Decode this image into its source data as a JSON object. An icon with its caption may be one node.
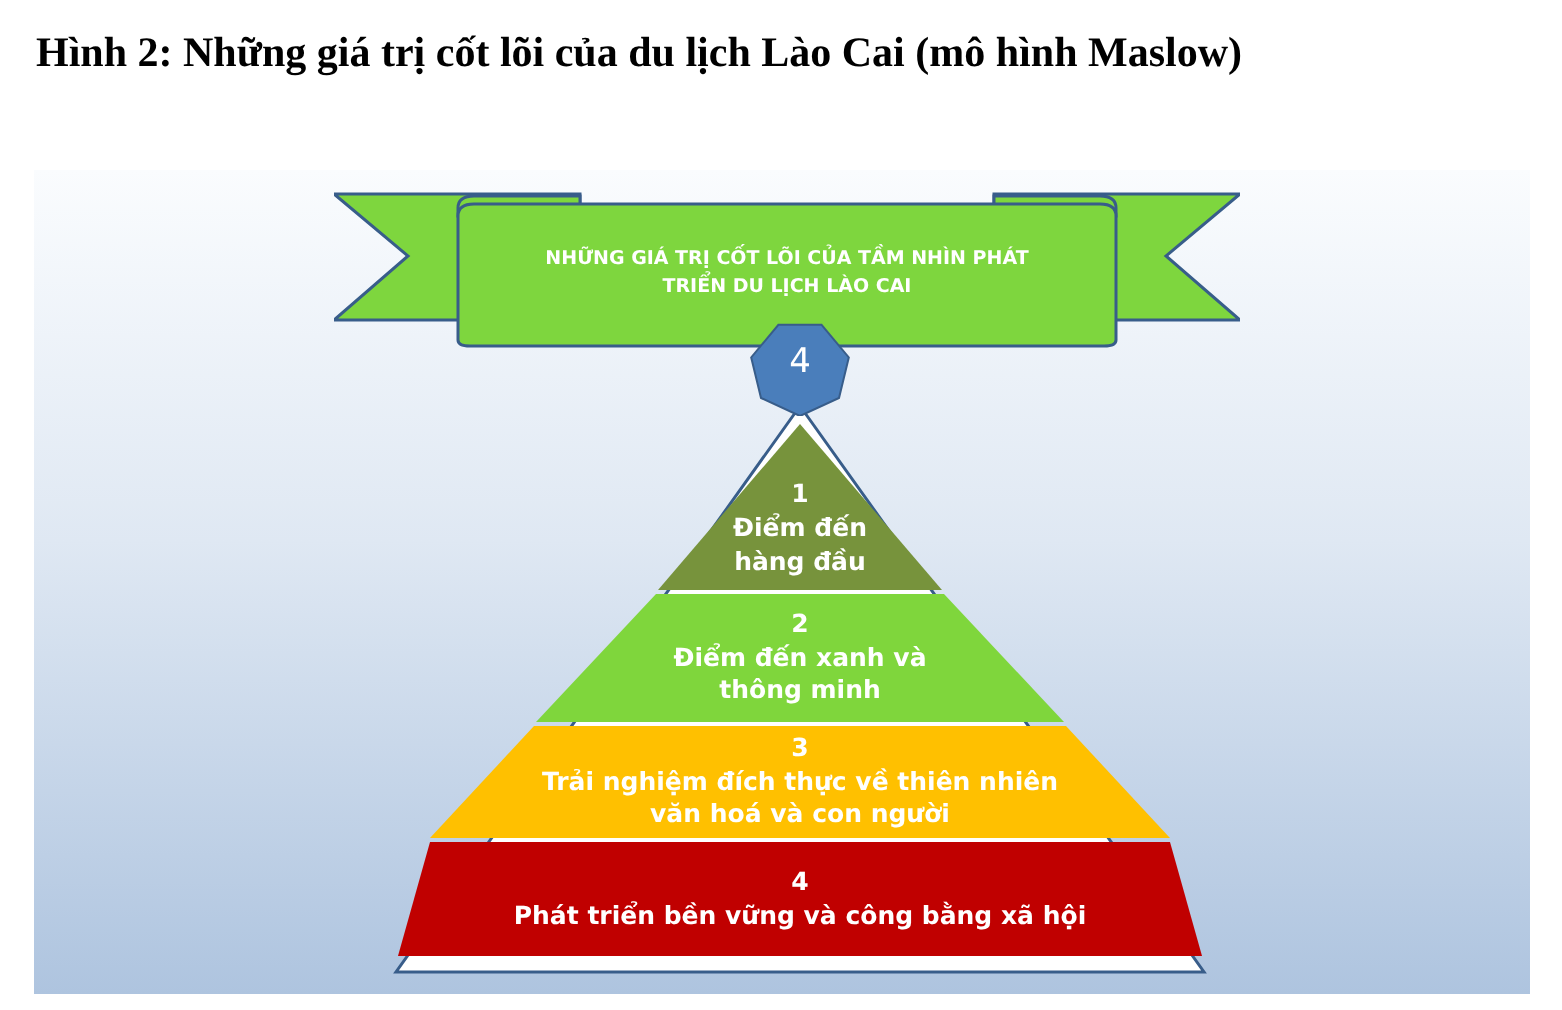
{
  "diagram": {
    "title": "Hình 2: Những giá trị cốt lõi của du lịch Lào Cai (mô hình Maslow)",
    "nodes": [
      {
        "text": [
          "NHỮNG GIÁ TRỊ CỐT LÕI CỦA TẦM NHÌN PHÁT TRIỂN DU LỊCH LÀO CAI"
        ]
      },
      {
        "text": [
          "4"
        ]
      },
      {
        "text": [
          "1",
          "Điểm đến hàng đầu"
        ]
      },
      {
        "text": [
          "2",
          "Điểm đến xanh và thông minh"
        ]
      },
      {
        "text": [
          "3",
          "Trải nghiệm đích thực về thiên nhiên văn hoá và con người"
        ]
      },
      {
        "text": [
          "4",
          "Phát triển bền vững và công bằng xã hội"
        ]
      }
    ],
    "edges": []
  }
}
